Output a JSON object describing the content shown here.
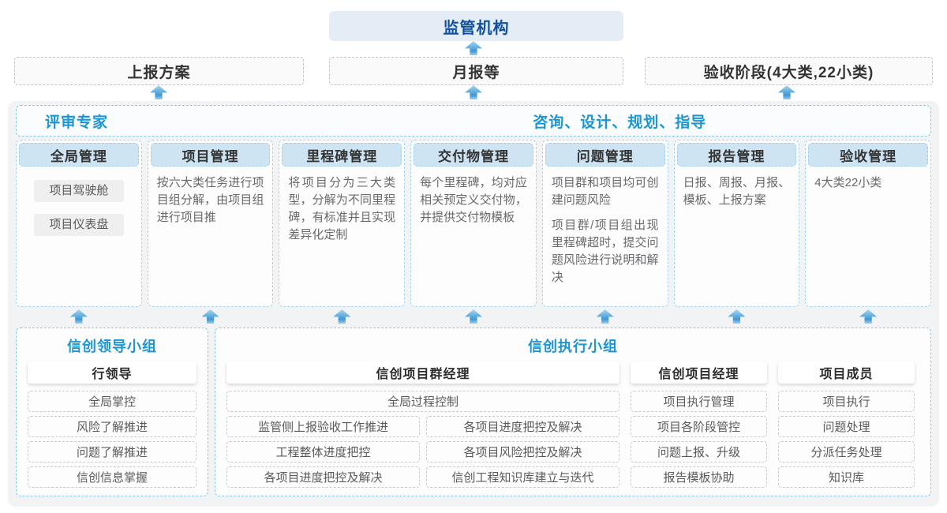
{
  "top": {
    "regulator": "监管机构",
    "channels": [
      {
        "label": "上报方案"
      },
      {
        "label": "月报等"
      },
      {
        "label": "验收阶段(4大类,22小类)"
      }
    ]
  },
  "platform": {
    "left_header": "评审专家",
    "right_header": "咨询、设计、规划、指导",
    "columns": [
      {
        "title": "全局管理",
        "buttons": [
          "项目驾驶舱",
          "项目仪表盘"
        ]
      },
      {
        "title": "项目管理",
        "paragraphs": [
          "按六大类任务进行项目组分解，由项目组进行项目推"
        ]
      },
      {
        "title": "里程碑管理",
        "paragraphs": [
          "将项目分为三大类型，分解为不同里程碑，有标准并且实现差异化定制"
        ]
      },
      {
        "title": "交付物管理",
        "paragraphs": [
          "每个里程碑，均对应相关预定义交付物，并提供交付物模板"
        ]
      },
      {
        "title": "问题管理",
        "paragraphs": [
          "项目群和项目均可创建问题风险",
          "项目群/项目组出现里程碑超时，提交问题风险进行说明和解决"
        ]
      },
      {
        "title": "报告管理",
        "paragraphs": [
          "日报、周报、月报、模板、上报方案"
        ]
      },
      {
        "title": "验收管理",
        "paragraphs": [
          "4大类22小类"
        ]
      }
    ]
  },
  "bottom": {
    "leader_group": {
      "title": "信创领导小组",
      "role": "行领导",
      "items": [
        "全局掌控",
        "风险了解推进",
        "问题了解推进",
        "信创信息掌握"
      ]
    },
    "exec_group": {
      "title": "信创执行小组",
      "program_manager": {
        "role": "信创项目群经理",
        "full_item": "全局过程控制",
        "left_items": [
          "监管侧上报验收工作推进",
          "工程整体进度把控",
          "各项目进度把控及解决"
        ],
        "right_items": [
          "各项目进度把控及解决",
          "各项目风险把控及解决",
          "信创工程知识库建立与迭代"
        ]
      },
      "project_manager": {
        "role": "信创项目经理",
        "items": [
          "项目执行管理",
          "项目各阶段管控",
          "问题上报、升级",
          "报告模板协助"
        ]
      },
      "member": {
        "role": "项目成员",
        "items": [
          "项目执行",
          "问题处理",
          "分派任务处理",
          "知识库"
        ]
      }
    }
  },
  "colors": {
    "accent_navy": "#10519f",
    "accent_cyan": "#1b96d5",
    "column_header_bg": "#cfe4f3",
    "panel_bg": "#f1f3f5",
    "arrow_blue": "#4095d2",
    "dashed_blue": "#84c6ea"
  }
}
